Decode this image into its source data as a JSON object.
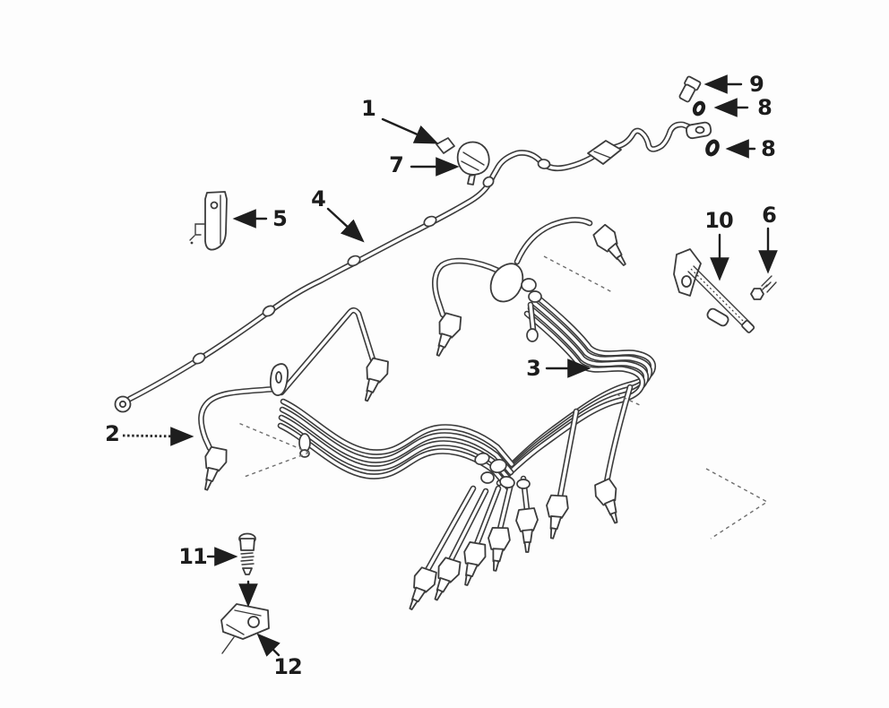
{
  "diagram": {
    "style": {
      "ink": "#3c3c3c",
      "background": "#fdfdfd",
      "label_color": "#1c1c1c"
    },
    "callouts": [
      {
        "number": "1"
      },
      {
        "number": "7"
      },
      {
        "number": "4"
      },
      {
        "number": "5"
      },
      {
        "number": "9"
      },
      {
        "number": "8"
      },
      {
        "number": "8"
      },
      {
        "number": "10"
      },
      {
        "number": "6"
      },
      {
        "number": "3"
      },
      {
        "number": "2"
      },
      {
        "number": "11"
      },
      {
        "number": "12"
      }
    ]
  }
}
